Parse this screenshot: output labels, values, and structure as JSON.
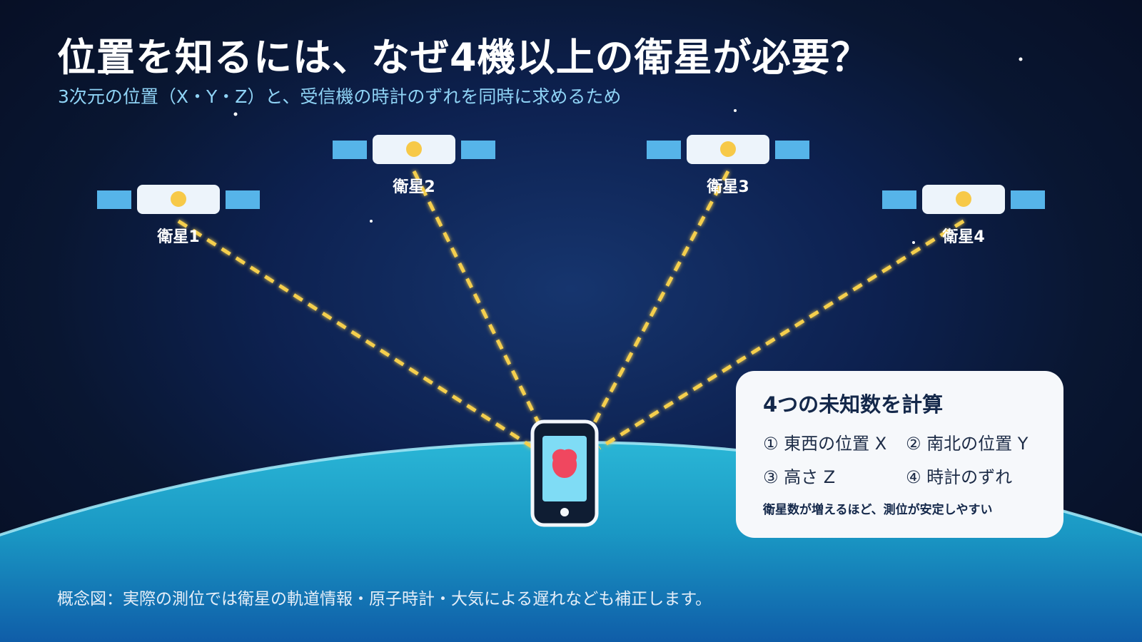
{
  "title": "位置を知るには、なぜ4機以上の衛星が必要？",
  "subtitle": "3次元の位置（X・Y・Z）と、受信機の時計のずれを同時に求めるため",
  "satellites": [
    {
      "label": "衛星1"
    },
    {
      "label": "衛星2"
    },
    {
      "label": "衛星3"
    },
    {
      "label": "衛星4"
    }
  ],
  "info_box": {
    "title": "4つの未知数を計算",
    "items": [
      "① 東西の位置 X",
      "② 南北の位置 Y",
      "③ 高さ Z",
      "④ 時計のずれ"
    ],
    "note": "衛星数が増えるほど、測位が安定しやすい"
  },
  "caption": "概念図：実際の測位では衛星の軌道情報・原子時計・大気による遅れなども補正します。",
  "colors": {
    "background": "#0b1a3f",
    "signal_line": "#f5cf4e",
    "satellite_panel": "#56b4e9",
    "satellite_body": "#edf4fb",
    "earth": "#1ea3c8",
    "phone_screen": "#7fdcf5",
    "location_pin": "#f0475f"
  },
  "icons": {
    "satellite": "satellite-icon",
    "phone": "smartphone-icon",
    "pin": "location-pin-icon"
  }
}
